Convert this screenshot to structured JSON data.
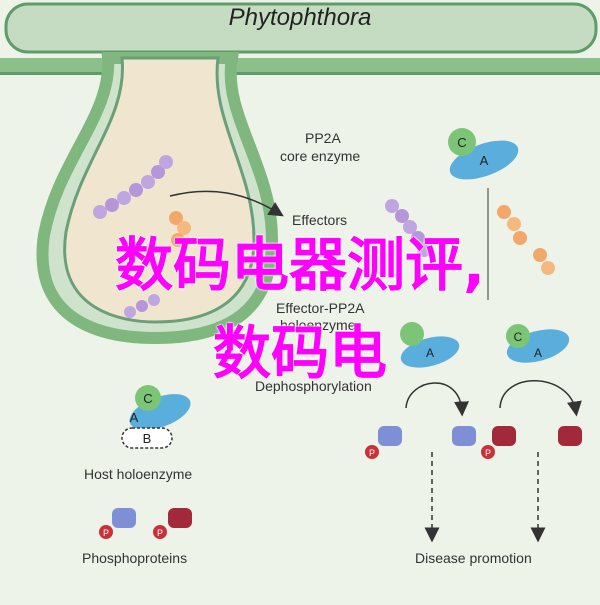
{
  "title": "Phytophthora",
  "labels": {
    "pp2a_core": "PP2A",
    "core_enzyme": "core enzyme",
    "effectors": "Effectors",
    "effector_pp2a": "Effector-PP2A",
    "holoenzyme": "holoenzyme",
    "dephosphorylation": "Dephosphorylation",
    "host_holoenzyme": "Host holoenzyme",
    "phosphoproteins": "Phosphoproteins",
    "disease_promotion": "Disease promotion"
  },
  "subunits": {
    "a": "A",
    "b": "B",
    "c": "C",
    "p": "P"
  },
  "overlay": {
    "line1": "数码电器测评,",
    "line2": "数码电"
  },
  "colors": {
    "background": "#eef3ea",
    "membrane_green": "#7fb77e",
    "membrane_dark": "#5e9c6a",
    "subunit_a": "#5aaedc",
    "subunit_c": "#7cc576",
    "subunit_b": "#ffffff",
    "phospho_p": "#c8303a",
    "protein_blue": "#7f8fd6",
    "protein_red": "#a2293a",
    "effector_purple": "#c0a6e0",
    "effector_orange": "#f2a86a",
    "overlay_text": "#ff00ff"
  }
}
